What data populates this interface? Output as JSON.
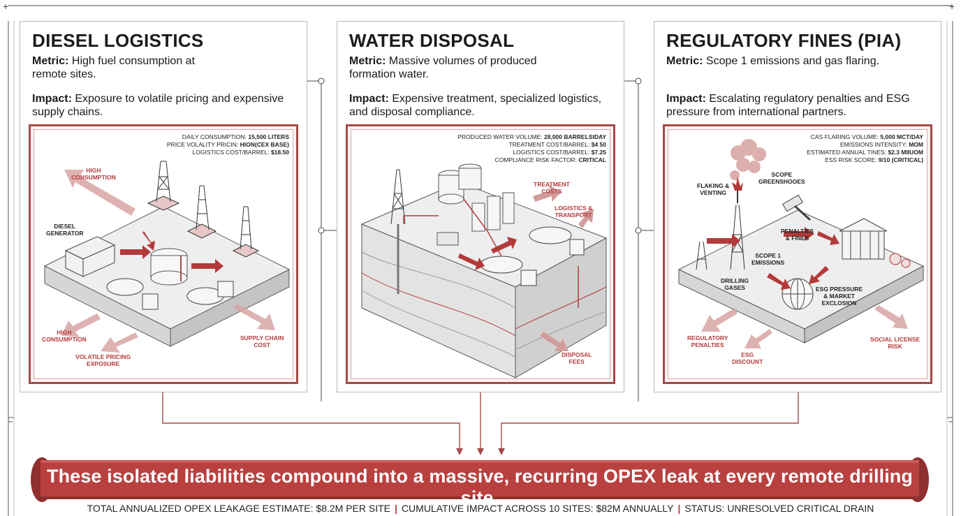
{
  "cards": [
    {
      "title": "DIESEL LOGISTICS",
      "metric_label": "Metric:",
      "metric_text": "High fuel consumption at remote sites.",
      "impact_label": "Impact:",
      "impact_text": "Exposure to volatile pricing and expensive supply chains.",
      "stats": [
        {
          "label": "DAILY CONSUMPTION:",
          "value": "15,500 LITERS"
        },
        {
          "label": "PRICE VOLALITY PRICIN:",
          "value": "HION(CEX BASE)"
        },
        {
          "label": "LOGISTICS COST/BARREL:",
          "value": "$18.50"
        }
      ],
      "labels": {
        "high_consumption_top": "HIGH\nCONSUMPTION",
        "diesel_generator": "DIESEL\nGENERATOR",
        "high_consumption_bottom": "HIGH\nCONSUMPTION",
        "volatile_pricing": "VOLATILE PRICING\nEXPOSURE",
        "supply_chain": "SUPPLY CHAIN\nCOST"
      }
    },
    {
      "title": "WATER DISPOSAL",
      "metric_label": "Metric:",
      "metric_text": "Massive volumes of produced formation water.",
      "impact_label": "Impact:",
      "impact_text": "Expensive treatment, specialized logistics, and disposal compliance.",
      "stats": [
        {
          "label": "PRODUCED WATER VOLUME:",
          "value": "28,000 BARRELSIDAY"
        },
        {
          "label": "TREATMENT COST/BARREL:",
          "value": "$4 50"
        },
        {
          "label": "LOGISTICS COST/BARREL:",
          "value": "$7.25"
        },
        {
          "label": "COMPLIANCE RISK FACTOR:",
          "value": "CRITICAL"
        }
      ],
      "labels": {
        "treatment_costs": "TREATMENT\nCOSTS",
        "logistics_transport": "LOGISTICS &\nTRANSPORT",
        "disposal_fees": "DISPOSAL\nFEES"
      }
    },
    {
      "title": "REGULATORY FINES (PIA)",
      "metric_label": "Metric:",
      "metric_text": "Scope 1 emissions and gas flaring.",
      "impact_label": "Impact:",
      "impact_text": "Escalating regulatory penalties and ESG pressure from international partners.",
      "stats": [
        {
          "label": "CAS FLARING VOLUME:",
          "value": "5,000 MCT/DAY"
        },
        {
          "label": "EMISSIONS INTENSITY:",
          "value": "MOM"
        },
        {
          "label": "ESTIMATED ANNUAL TINES:",
          "value": "$2.3 MIIUOM"
        },
        {
          "label": "ESS RISK SCORE:",
          "value": "9/10 (CRITICAL)"
        }
      ],
      "labels": {
        "flaking_venting": "FLAKING &\nVENTING",
        "scope_greenshoes": "SCOPE\nGREENSHOOES",
        "penalties_fines": "PENALTIES\n& FINES",
        "scope1_emissions": "SCOPE 1\nEMISSIONS",
        "drilling_gases": "DRILLING\nGASES",
        "esg_pressure": "ESG PRESSURE\n& MARKET\nEXCLOSION",
        "regulatory_penalties": "REGULATORY\nPENALTIES",
        "esg_discount": "ESG\nDISCOUNT",
        "social_license": "SOCIAL LICENSE\nRISK"
      }
    }
  ],
  "banner": {
    "text": "These isolated liabilities compound into a massive, recurring OPEX leak at every remote drilling site."
  },
  "footer": {
    "items": [
      "TOTAL ANNUALIZED OPEX LEAKAGE ESTIMATE: $8.2M PER SITE",
      "CUMULATIVE IMPACT ACROSS 10 SITES: $82M ANNUALLY",
      "STATUS: UNRESOLVED CRITICAL DRAIN"
    ],
    "separator": "|"
  },
  "colors": {
    "accent": "#b33a3a",
    "panel_border": "#a34a4a",
    "banner": "#b8403f"
  }
}
